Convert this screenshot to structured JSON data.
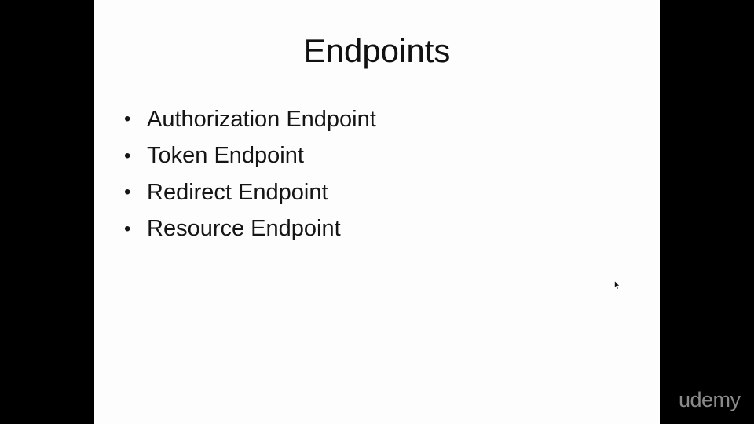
{
  "slide": {
    "title": "Endpoints",
    "bullets": [
      "Authorization Endpoint",
      "Token Endpoint",
      "Redirect Endpoint",
      "Resource Endpoint"
    ],
    "bullet_char": "•",
    "background_color": "#fdfdfd",
    "text_color": "#111111"
  },
  "watermark": {
    "text": "udemy",
    "color": "#8a8a8a"
  },
  "cursor": {
    "icon": "mouse-pointer-icon"
  }
}
